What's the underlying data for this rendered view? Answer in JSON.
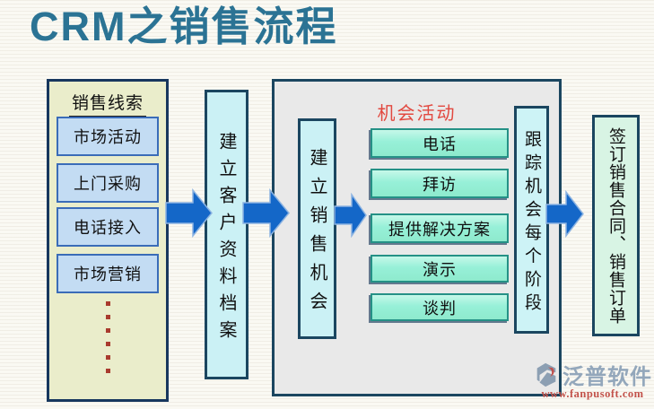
{
  "title": "CRM之销售流程",
  "lead_panel": {
    "header": "销售线索",
    "items": [
      "市场活动",
      "上门采购",
      "电话接入",
      "市场营销"
    ]
  },
  "steps": {
    "customer_file": "建立客户资料档案",
    "sales_opportunity": "建立销售机会",
    "track_stages": "跟踪机会每个阶段",
    "sign_contract": "签订销售合同、销售订单"
  },
  "opportunity_panel": {
    "label": "机会活动",
    "activities": [
      "电话",
      "拜访",
      "提供解决方案",
      "演示",
      "谈判"
    ]
  },
  "logo": {
    "name": "泛普软件",
    "url": "www.fanpusoft.com"
  },
  "colors": {
    "title_teal": "#2b7394",
    "panel_cream": "#eaedcb",
    "lead_box_blue": "#c3dcf3",
    "cyan_box": "#cbf1f5",
    "green_box": "#97f0d8",
    "sign_box_green": "#d8f4e4",
    "arrow_blue": "#1467c8",
    "opp_label_red": "#e2483f",
    "border_navy": "#1b4660",
    "dot_red": "#a93b2e"
  }
}
